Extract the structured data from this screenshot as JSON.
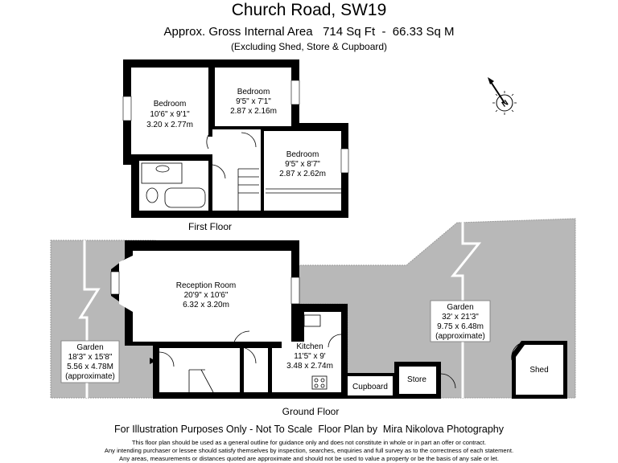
{
  "header": {
    "title": "Church Road, SW19",
    "area": "Approx. Gross Internal Area   714 Sq Ft  -  66.33 Sq M",
    "exclusions": "(Excluding Shed, Store & Cupboard)"
  },
  "compass": {
    "label": "N"
  },
  "first_floor": {
    "label": "First Floor",
    "rooms": [
      {
        "name": "Bedroom",
        "imperial": "10'6\" x 9'1\"",
        "metric": "3.20 x 2.77m"
      },
      {
        "name": "Bedroom",
        "imperial": "9'5\" x 7'1\"",
        "metric": "2.87 x 2.16m"
      },
      {
        "name": "Bedroom",
        "imperial": "9'5\" x 8'7\"",
        "metric": "2.87 x 2.62m"
      }
    ]
  },
  "ground_floor": {
    "label": "Ground Floor",
    "rooms": [
      {
        "name": "Reception Room",
        "imperial": "20'9\" x 10'6\"",
        "metric": "6.32 x 3.20m"
      },
      {
        "name": "Kitchen",
        "imperial": "11'5\" x 9'",
        "metric": "3.48 x 2.74m"
      }
    ],
    "gardens": [
      {
        "name": "Garden",
        "imperial": "18'3\" x 15'8\"",
        "metric": "5.56 x 4.78M",
        "note": "(approximate)"
      },
      {
        "name": "Garden",
        "imperial": "32' x 21'3\"",
        "metric": "9.75 x 6.48m",
        "note": "(approximate)"
      }
    ],
    "outbuildings": [
      "Cupboard",
      "Store",
      "Shed"
    ]
  },
  "footer": {
    "credit": "For Illustration Purposes Only - Not To Scale  Floor Plan by  Mira Nikolova Photography",
    "disclaimer": [
      "This floor plan should be used as a general outline for guidance only and does not constitute in whole or in part an offer or contract.",
      "Any intending purchaser or lessee should satisfy themselves by inspection, searches, enquiries and full survey as to the correctness of each statement.",
      "Any areas, measurements or distances quoted are approximate and should not be used to value a property or be the basis of any sale or let."
    ]
  },
  "colors": {
    "wall": "#000000",
    "garden": "#b8b8b8",
    "room": "#ffffff"
  }
}
